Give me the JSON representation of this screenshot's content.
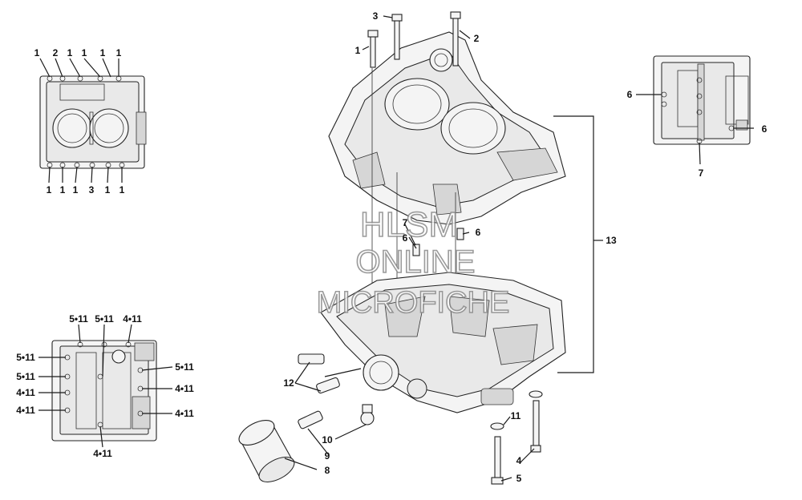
{
  "labels": {
    "top_left": [
      "1",
      "2",
      "1",
      "1",
      "1",
      "1",
      "1",
      "1",
      "1",
      "3",
      "1",
      "1"
    ],
    "top_center": [
      "3",
      "1",
      "2"
    ],
    "top_right": [
      "6",
      "6",
      "7"
    ],
    "middle": [
      "7",
      "6",
      "6",
      "13"
    ],
    "bottom_left": [
      "5•11",
      "5•11",
      "4•11",
      "5•11",
      "5•11",
      "4•11",
      "4•11",
      "5•11",
      "4•11",
      "4•11",
      "4•11"
    ],
    "bottom_center": [
      "12",
      "10",
      "9",
      "8",
      "11",
      "4",
      "5"
    ]
  },
  "watermark": {
    "line1": "HLSM",
    "line2": "ONLINE",
    "line3": "MICROFICHE"
  }
}
